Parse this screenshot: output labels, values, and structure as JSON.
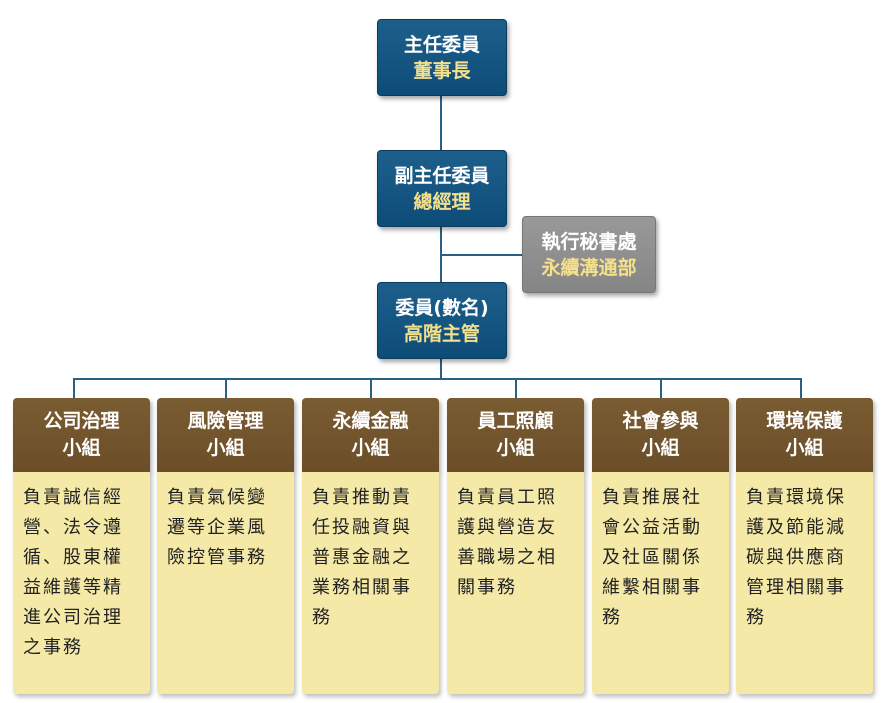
{
  "top": {
    "chair": {
      "role": "主任委員",
      "title": "董事長"
    },
    "vice_chair": {
      "role": "副主任委員",
      "title": "總經理"
    },
    "secretariat": {
      "role": "執行秘書處",
      "title": "永續溝通部"
    },
    "members": {
      "role": "委員(數名)",
      "title": "高階主管"
    }
  },
  "groups": [
    {
      "name": "公司治理",
      "suffix": "小組",
      "duty": "負責誠信經營、法令遵循、股東權益維護等精進公司治理之事務"
    },
    {
      "name": "風險管理",
      "suffix": "小組",
      "duty": "負責氣候變遷等企業風險控管事務"
    },
    {
      "name": "永續金融",
      "suffix": "小組",
      "duty": "負責推動責任投融資與普惠金融之業務相關事務"
    },
    {
      "name": "員工照顧",
      "suffix": "小組",
      "duty": "負責員工照護與營造友善職場之相關事務"
    },
    {
      "name": "社會參與",
      "suffix": "小組",
      "duty": "負責推展社會公益活動及社區關係維繫相關事務"
    },
    {
      "name": "環境保護",
      "suffix": "小組",
      "duty": "負責環境保護及節能減碳與供應商管理相關事務"
    }
  ]
}
